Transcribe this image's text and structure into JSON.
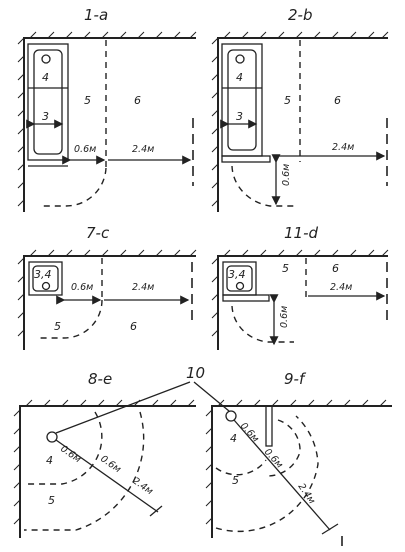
{
  "diagrams": {
    "d1": {
      "title": "1-a",
      "z4": "4",
      "z3": "3",
      "z5": "5",
      "z6": "6",
      "dim1": "0.6м",
      "dim2": "2.4м"
    },
    "d2": {
      "title": "2-b",
      "z4": "4",
      "z3": "3",
      "z5": "5",
      "z6": "6",
      "dimv": "0.6м",
      "dim2": "2.4м"
    },
    "d7": {
      "title": "7-c",
      "z34": "3,4",
      "z5": "5",
      "z6": "6",
      "dim1": "0.6м",
      "dim2": "2.4м"
    },
    "d11": {
      "title": "11-d",
      "z34": "3,4",
      "z5": "5",
      "z6": "6",
      "dimv": "0.6м",
      "dim2": "2.4м"
    },
    "d8": {
      "title": "8-e",
      "z4": "4",
      "z5": "5",
      "dim1": "0.6м",
      "dim2": "0.6м",
      "dim3": "2.4м"
    },
    "d9": {
      "title": "9-f",
      "z4": "4",
      "z5": "5",
      "dim1": "0.6м",
      "dim2": "0.6м",
      "dim3": "2.4м"
    }
  },
  "callout": "10"
}
